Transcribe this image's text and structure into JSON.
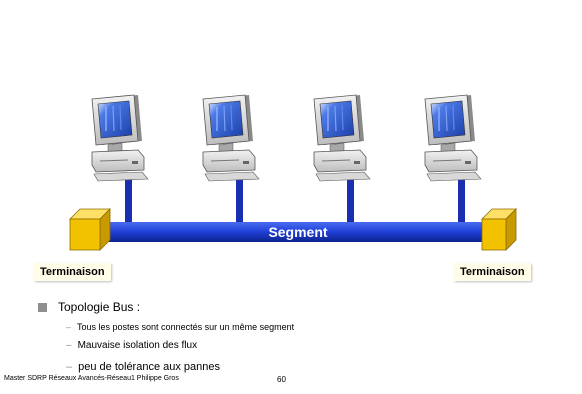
{
  "diagram": {
    "bus_label": "Segment",
    "terminator_left_label": "Terminaison",
    "terminator_right_label": "Terminaison",
    "workstation_count": 4
  },
  "content": {
    "bullet": "Topologie Bus :",
    "sub_items": [
      "Tous les postes sont connectés sur un même segment",
      "Mauvaise isolation des flux",
      "peu de tolérance aux pannes"
    ]
  },
  "footer": {
    "text": "Master SDRP Réseaux Avancés-Réseau1 Philippe Gros",
    "page_number": "60"
  },
  "colors": {
    "bus": "#1f3fd6",
    "terminator": "#f2c200",
    "monitor_screen": "#3a67e0"
  }
}
